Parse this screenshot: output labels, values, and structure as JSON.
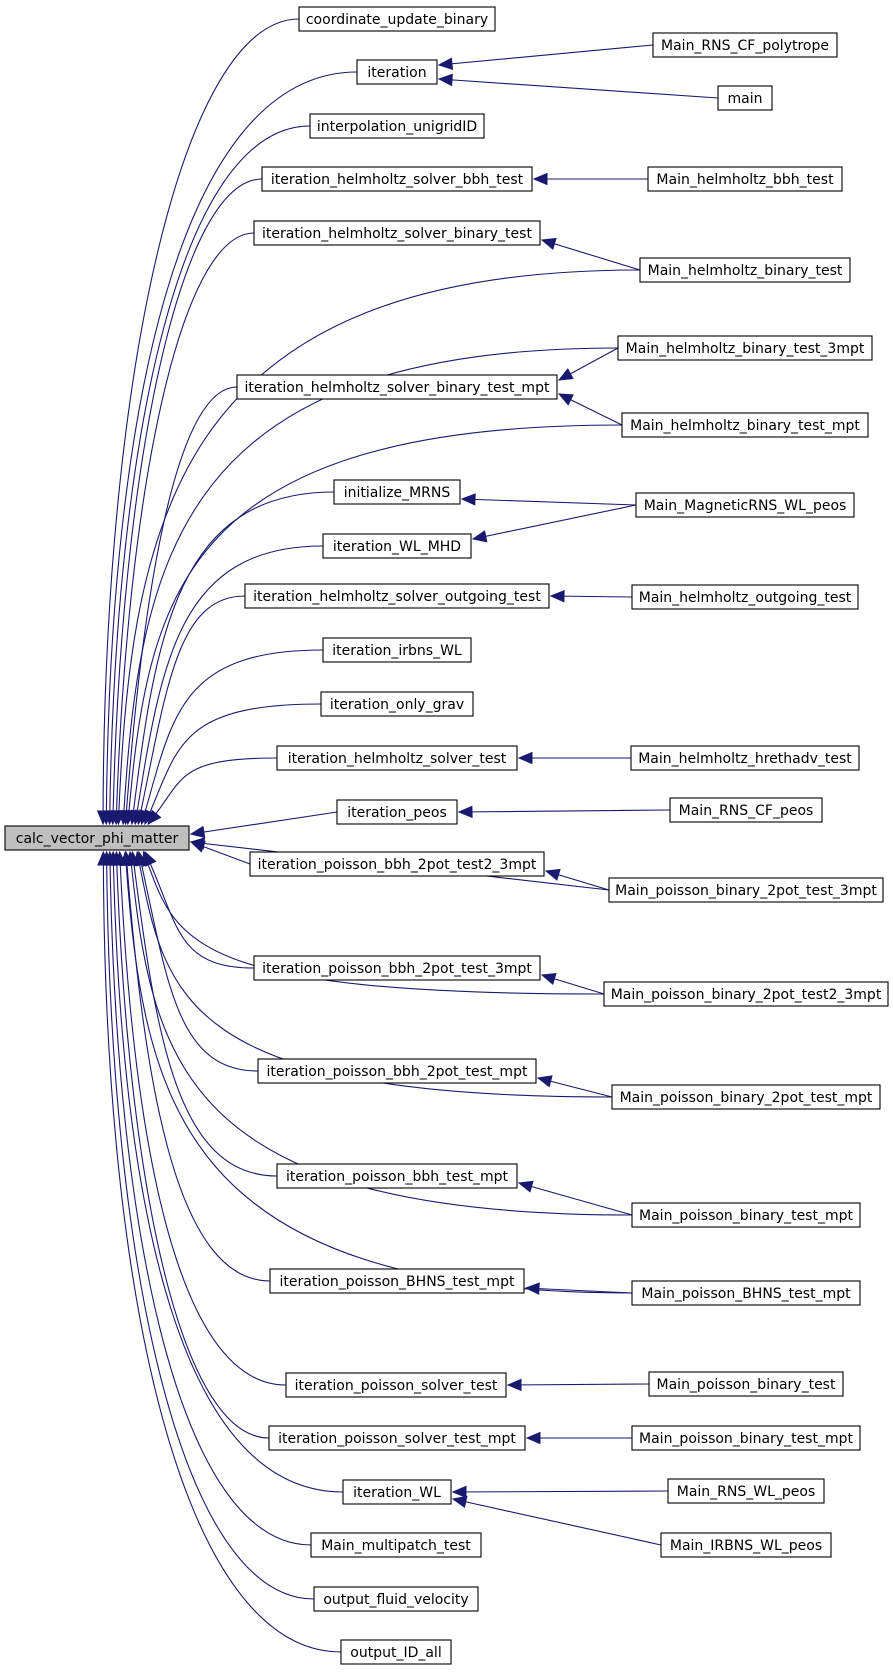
{
  "graph": {
    "root": "calc_vector_phi_matter",
    "colors": {
      "edge": "#191970",
      "root_fill": "#bfbfbf",
      "node_fill": "#ffffff",
      "node_stroke": "#000000"
    },
    "nodes": [
      {
        "id": "calc_vector_phi_matter",
        "label": "calc_vector_phi_matter"
      },
      {
        "id": "coordinate_update_binary",
        "label": "coordinate_update_binary"
      },
      {
        "id": "iteration",
        "label": "iteration"
      },
      {
        "id": "interpolation_unigridID",
        "label": "interpolation_unigridID"
      },
      {
        "id": "iteration_helmholtz_solver_bbh_test",
        "label": "iteration_helmholtz_solver_bbh_test"
      },
      {
        "id": "iteration_helmholtz_solver_binary_test",
        "label": "iteration_helmholtz_solver_binary_test"
      },
      {
        "id": "iteration_helmholtz_solver_binary_test_mpt",
        "label": "iteration_helmholtz_solver_binary_test_mpt"
      },
      {
        "id": "initialize_MRNS",
        "label": "initialize_MRNS"
      },
      {
        "id": "iteration_WL_MHD",
        "label": "iteration_WL_MHD"
      },
      {
        "id": "iteration_helmholtz_solver_outgoing_test",
        "label": "iteration_helmholtz_solver_outgoing_test"
      },
      {
        "id": "iteration_irbns_WL",
        "label": "iteration_irbns_WL"
      },
      {
        "id": "iteration_only_grav",
        "label": "iteration_only_grav"
      },
      {
        "id": "iteration_helmholtz_solver_test",
        "label": "iteration_helmholtz_solver_test"
      },
      {
        "id": "iteration_peos",
        "label": "iteration_peos"
      },
      {
        "id": "iteration_poisson_bbh_2pot_test2_3mpt",
        "label": "iteration_poisson_bbh_2pot_test2_3mpt"
      },
      {
        "id": "iteration_poisson_bbh_2pot_test_3mpt",
        "label": "iteration_poisson_bbh_2pot_test_3mpt"
      },
      {
        "id": "iteration_poisson_bbh_2pot_test_mpt",
        "label": "iteration_poisson_bbh_2pot_test_mpt"
      },
      {
        "id": "iteration_poisson_bbh_test_mpt",
        "label": "iteration_poisson_bbh_test_mpt"
      },
      {
        "id": "iteration_poisson_BHNS_test_mpt",
        "label": "iteration_poisson_BHNS_test_mpt"
      },
      {
        "id": "iteration_poisson_solver_test",
        "label": "iteration_poisson_solver_test"
      },
      {
        "id": "iteration_poisson_solver_test_mpt",
        "label": "iteration_poisson_solver_test_mpt"
      },
      {
        "id": "iteration_WL",
        "label": "iteration_WL"
      },
      {
        "id": "Main_multipatch_test",
        "label": "Main_multipatch_test"
      },
      {
        "id": "output_fluid_velocity",
        "label": "output_fluid_velocity"
      },
      {
        "id": "output_ID_all",
        "label": "output_ID_all"
      },
      {
        "id": "Main_RNS_CF_polytrope",
        "label": "Main_RNS_CF_polytrope"
      },
      {
        "id": "main",
        "label": "main"
      },
      {
        "id": "Main_helmholtz_bbh_test",
        "label": "Main_helmholtz_bbh_test"
      },
      {
        "id": "Main_helmholtz_binary_test",
        "label": "Main_helmholtz_binary_test"
      },
      {
        "id": "Main_helmholtz_binary_test_3mpt",
        "label": "Main_helmholtz_binary_test_3mpt"
      },
      {
        "id": "Main_helmholtz_binary_test_mpt",
        "label": "Main_helmholtz_binary_test_mpt"
      },
      {
        "id": "Main_MagneticRNS_WL_peos",
        "label": "Main_MagneticRNS_WL_peos"
      },
      {
        "id": "Main_helmholtz_outgoing_test",
        "label": "Main_helmholtz_outgoing_test"
      },
      {
        "id": "Main_helmholtz_hrethadv_test",
        "label": "Main_helmholtz_hrethadv_test"
      },
      {
        "id": "Main_RNS_CF_peos",
        "label": "Main_RNS_CF_peos"
      },
      {
        "id": "Main_poisson_binary_2pot_test_3mpt",
        "label": "Main_poisson_binary_2pot_test_3mpt"
      },
      {
        "id": "Main_poisson_binary_2pot_test2_3mpt",
        "label": "Main_poisson_binary_2pot_test2_3mpt"
      },
      {
        "id": "Main_poisson_binary_2pot_test_mpt",
        "label": "Main_poisson_binary_2pot_test_mpt"
      },
      {
        "id": "Main_poisson_binary_test_mpt",
        "label": "Main_poisson_binary_test_mpt"
      },
      {
        "id": "Main_poisson_BHNS_test_mpt",
        "label": "Main_poisson_BHNS_test_mpt"
      },
      {
        "id": "Main_poisson_binary_test",
        "label": "Main_poisson_binary_test"
      },
      {
        "id": "Main_poisson_binary_test_mpt2",
        "label": "Main_poisson_binary_test_mpt"
      },
      {
        "id": "Main_RNS_WL_peos",
        "label": "Main_RNS_WL_peos"
      },
      {
        "id": "Main_IRBNS_WL_peos",
        "label": "Main_IRBNS_WL_peos"
      }
    ],
    "edges": [
      {
        "from": "coordinate_update_binary",
        "to": "calc_vector_phi_matter"
      },
      {
        "from": "iteration",
        "to": "calc_vector_phi_matter"
      },
      {
        "from": "interpolation_unigridID",
        "to": "calc_vector_phi_matter"
      },
      {
        "from": "iteration_helmholtz_solver_bbh_test",
        "to": "calc_vector_phi_matter"
      },
      {
        "from": "iteration_helmholtz_solver_binary_test",
        "to": "calc_vector_phi_matter"
      },
      {
        "from": "Main_helmholtz_binary_test",
        "to": "calc_vector_phi_matter"
      },
      {
        "from": "Main_helmholtz_binary_test_3mpt",
        "to": "calc_vector_phi_matter"
      },
      {
        "from": "iteration_helmholtz_solver_binary_test_mpt",
        "to": "calc_vector_phi_matter"
      },
      {
        "from": "Main_helmholtz_binary_test_mpt",
        "to": "calc_vector_phi_matter"
      },
      {
        "from": "initialize_MRNS",
        "to": "calc_vector_phi_matter"
      },
      {
        "from": "iteration_WL_MHD",
        "to": "calc_vector_phi_matter"
      },
      {
        "from": "iteration_helmholtz_solver_outgoing_test",
        "to": "calc_vector_phi_matter"
      },
      {
        "from": "iteration_irbns_WL",
        "to": "calc_vector_phi_matter"
      },
      {
        "from": "iteration_only_grav",
        "to": "calc_vector_phi_matter"
      },
      {
        "from": "iteration_helmholtz_solver_test",
        "to": "calc_vector_phi_matter"
      },
      {
        "from": "iteration_peos",
        "to": "calc_vector_phi_matter"
      },
      {
        "from": "iteration_poisson_bbh_2pot_test2_3mpt",
        "to": "calc_vector_phi_matter"
      },
      {
        "from": "Main_poisson_binary_2pot_test_3mpt",
        "to": "calc_vector_phi_matter"
      },
      {
        "from": "iteration_poisson_bbh_2pot_test_3mpt",
        "to": "calc_vector_phi_matter"
      },
      {
        "from": "Main_poisson_binary_2pot_test2_3mpt",
        "to": "calc_vector_phi_matter"
      },
      {
        "from": "iteration_poisson_bbh_2pot_test_mpt",
        "to": "calc_vector_phi_matter"
      },
      {
        "from": "Main_poisson_binary_2pot_test_mpt",
        "to": "calc_vector_phi_matter"
      },
      {
        "from": "iteration_poisson_bbh_test_mpt",
        "to": "calc_vector_phi_matter"
      },
      {
        "from": "Main_poisson_binary_test_mpt",
        "to": "calc_vector_phi_matter"
      },
      {
        "from": "iteration_poisson_BHNS_test_mpt",
        "to": "calc_vector_phi_matter"
      },
      {
        "from": "Main_poisson_BHNS_test_mpt",
        "to": "calc_vector_phi_matter"
      },
      {
        "from": "iteration_poisson_solver_test",
        "to": "calc_vector_phi_matter"
      },
      {
        "from": "iteration_poisson_solver_test_mpt",
        "to": "calc_vector_phi_matter"
      },
      {
        "from": "iteration_WL",
        "to": "calc_vector_phi_matter"
      },
      {
        "from": "Main_multipatch_test",
        "to": "calc_vector_phi_matter"
      },
      {
        "from": "output_fluid_velocity",
        "to": "calc_vector_phi_matter"
      },
      {
        "from": "output_ID_all",
        "to": "calc_vector_phi_matter"
      },
      {
        "from": "Main_RNS_CF_polytrope",
        "to": "iteration"
      },
      {
        "from": "main",
        "to": "iteration"
      },
      {
        "from": "Main_helmholtz_bbh_test",
        "to": "iteration_helmholtz_solver_bbh_test"
      },
      {
        "from": "Main_helmholtz_binary_test",
        "to": "iteration_helmholtz_solver_binary_test"
      },
      {
        "from": "Main_helmholtz_binary_test_3mpt",
        "to": "iteration_helmholtz_solver_binary_test_mpt"
      },
      {
        "from": "Main_helmholtz_binary_test_mpt",
        "to": "iteration_helmholtz_solver_binary_test_mpt"
      },
      {
        "from": "Main_MagneticRNS_WL_peos",
        "to": "initialize_MRNS"
      },
      {
        "from": "Main_MagneticRNS_WL_peos",
        "to": "iteration_WL_MHD"
      },
      {
        "from": "Main_helmholtz_outgoing_test",
        "to": "iteration_helmholtz_solver_outgoing_test"
      },
      {
        "from": "Main_helmholtz_hrethadv_test",
        "to": "iteration_helmholtz_solver_test"
      },
      {
        "from": "Main_RNS_CF_peos",
        "to": "iteration_peos"
      },
      {
        "from": "Main_poisson_binary_2pot_test_3mpt",
        "to": "iteration_poisson_bbh_2pot_test2_3mpt"
      },
      {
        "from": "Main_poisson_binary_2pot_test2_3mpt",
        "to": "iteration_poisson_bbh_2pot_test_3mpt"
      },
      {
        "from": "Main_poisson_binary_2pot_test_mpt",
        "to": "iteration_poisson_bbh_2pot_test_mpt"
      },
      {
        "from": "Main_poisson_binary_test_mpt",
        "to": "iteration_poisson_bbh_test_mpt"
      },
      {
        "from": "Main_poisson_BHNS_test_mpt",
        "to": "iteration_poisson_BHNS_test_mpt"
      },
      {
        "from": "Main_poisson_binary_test",
        "to": "iteration_poisson_solver_test"
      },
      {
        "from": "Main_poisson_binary_test_mpt2",
        "to": "iteration_poisson_solver_test_mpt"
      },
      {
        "from": "Main_RNS_WL_peos",
        "to": "iteration_WL"
      },
      {
        "from": "Main_IRBNS_WL_peos",
        "to": "iteration_WL"
      }
    ]
  }
}
